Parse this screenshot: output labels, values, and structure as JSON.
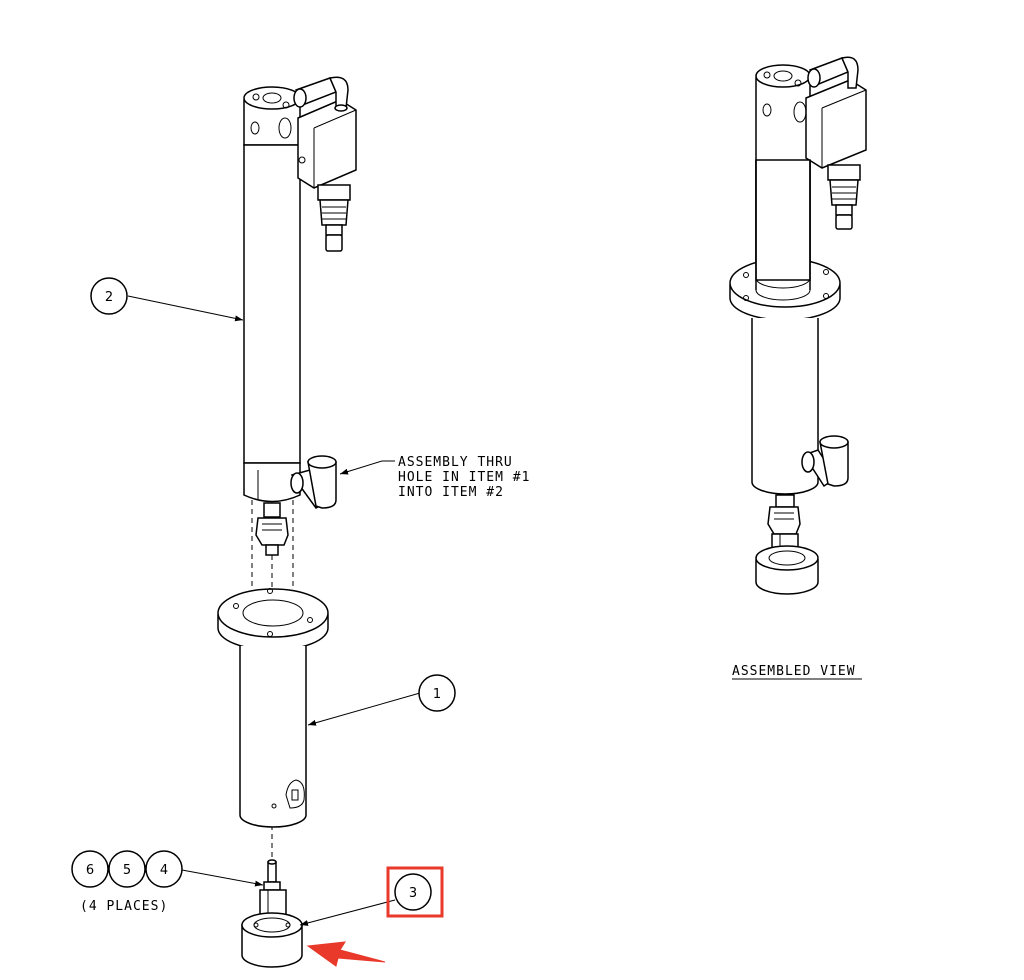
{
  "callouts": {
    "item_1": "1",
    "item_2": "2",
    "item_3": "3",
    "item_4": "4",
    "item_5": "5",
    "item_6": "6"
  },
  "notes": {
    "assembly_line_1": "ASSEMBLY THRU",
    "assembly_line_2": "HOLE IN ITEM #1",
    "assembly_line_3": "INTO ITEM #2",
    "places": "(4 PLACES)",
    "assembled_view": "ASSEMBLED VIEW"
  },
  "highlight": {
    "color": "#e8392a",
    "target": "item_3"
  }
}
